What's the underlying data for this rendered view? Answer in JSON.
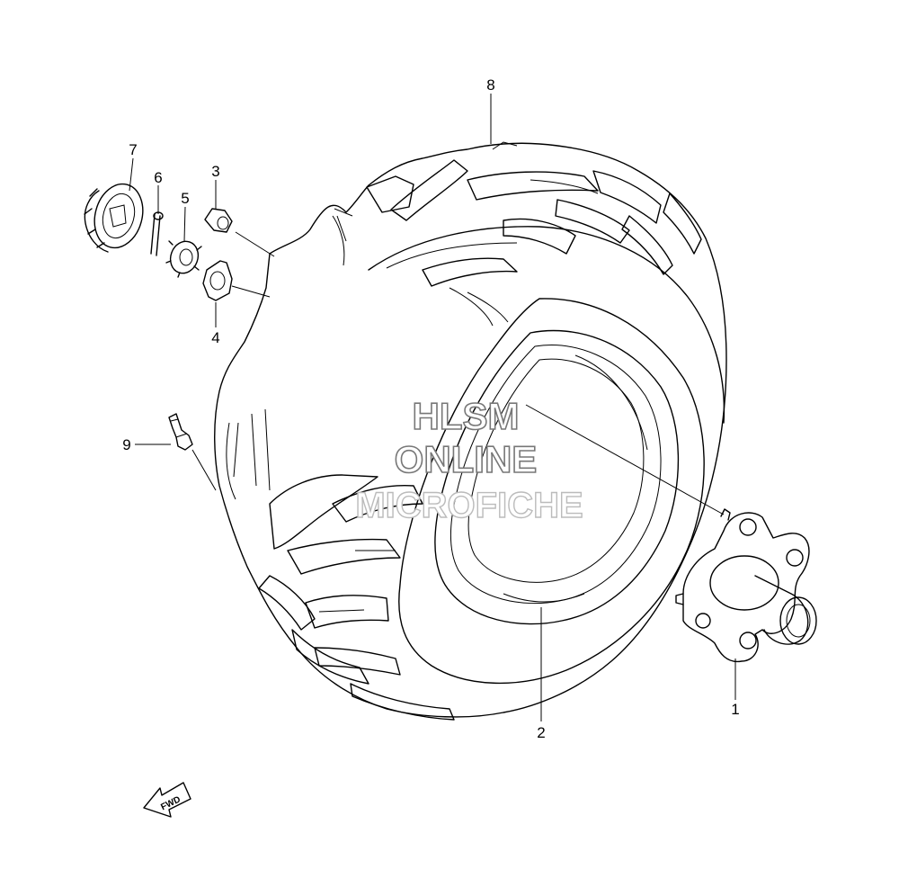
{
  "callouts": [
    "1",
    "2",
    "3",
    "4",
    "5",
    "6",
    "7",
    "8",
    "9"
  ],
  "watermark": {
    "line1": "HLSM",
    "line2": "ONLINE",
    "line3": "MICROFICHE"
  },
  "fwd_label": "FWD"
}
